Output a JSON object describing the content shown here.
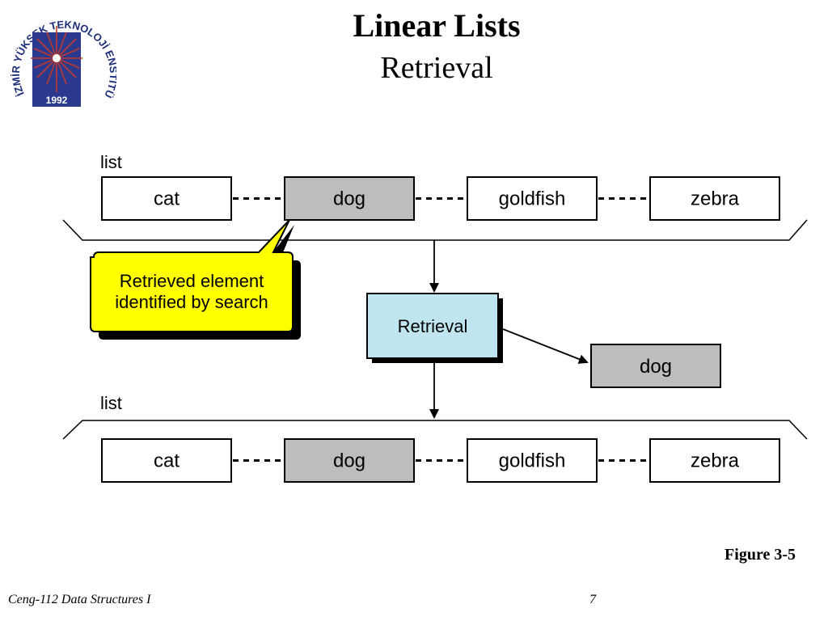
{
  "title": "Linear Lists",
  "subtitle": "Retrieval",
  "logo": {
    "ring_text": "İZMİR YÜKSEK TEKNOLOJİ ENSTİTÜSÜ",
    "year": "1992"
  },
  "diagram": {
    "top_list_label": "list",
    "top_list_items": [
      "cat",
      "dog",
      "goldfish",
      "zebra"
    ],
    "callout_line1": "Retrieved element",
    "callout_line2": "identified by search",
    "process_label": "Retrieval",
    "result_label": "dog",
    "bottom_list_label": "list",
    "bottom_list_items": [
      "cat",
      "dog",
      "goldfish",
      "zebra"
    ],
    "highlighted_index": 1
  },
  "colors": {
    "node_fill": "#ffffff",
    "highlight_fill": "#bdbdbd",
    "callout_fill": "#ffff00",
    "process_fill": "#bfe6f0"
  },
  "figure_label": "Figure 3-5",
  "footer": {
    "course": "Ceng-112 Data Structures I",
    "page": "7"
  }
}
